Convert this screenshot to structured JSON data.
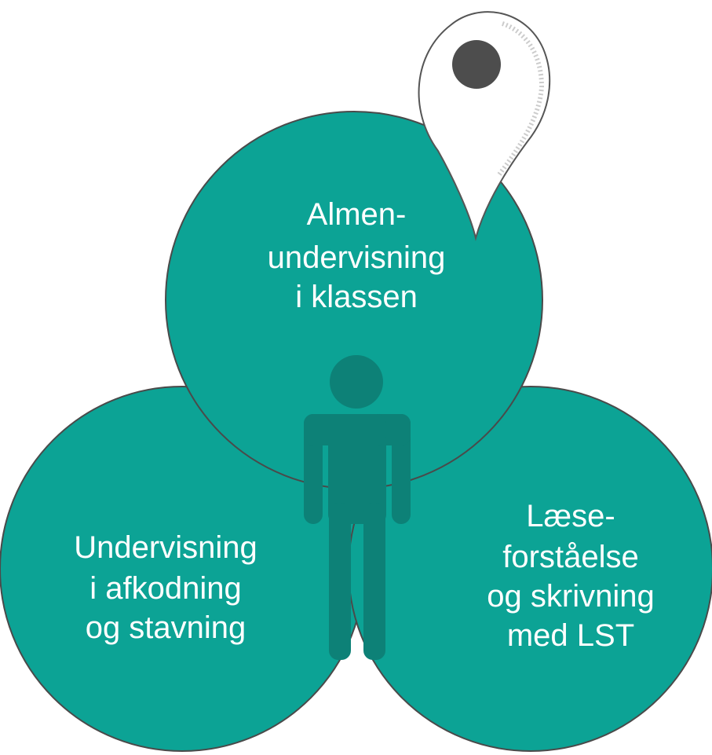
{
  "diagram": {
    "colors": {
      "circle_fill": "#0ca395",
      "circle_stroke": "#4a4a4a",
      "person": "#0d8177",
      "label": "#ffffff",
      "pin_fill": "#ffffff",
      "pin_stroke": "#555555",
      "pin_dot": "#4d4d4d"
    },
    "icons": {
      "pin": "map-pin-icon",
      "person": "person-icon"
    },
    "circles": {
      "top": {
        "lines": [
          "Almen-",
          "undervisning",
          "i klassen"
        ]
      },
      "left": {
        "lines": [
          "Undervisning",
          "i afkodning",
          "og stavning"
        ]
      },
      "right": {
        "lines": [
          "Læse-",
          "forståelse",
          "og skrivning",
          "med LST"
        ]
      }
    }
  }
}
